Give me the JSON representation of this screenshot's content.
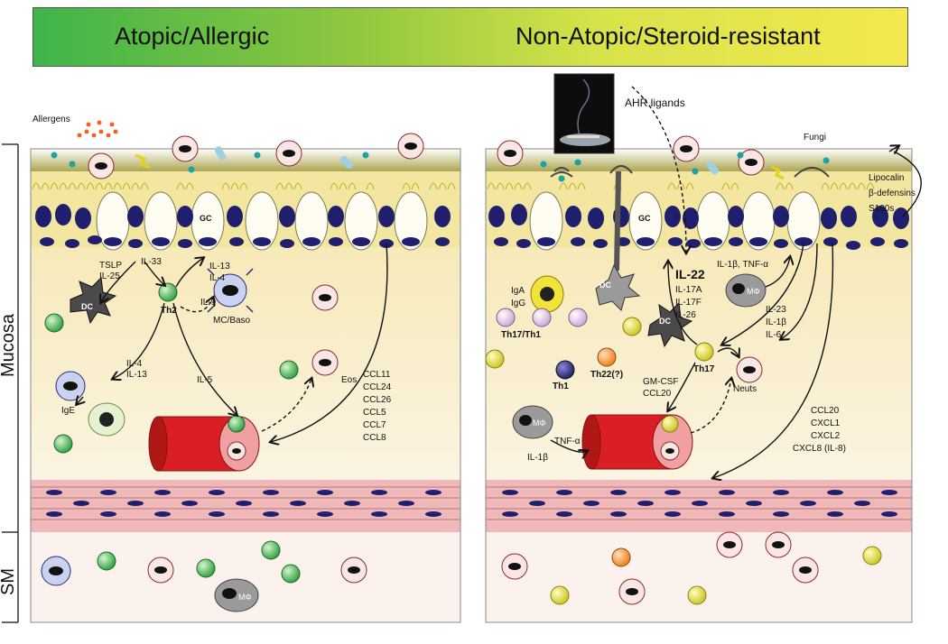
{
  "header": {
    "left": "Atopic/Allergic",
    "right": "Non-Atopic/Steroid-resistant"
  },
  "side_labels": {
    "mucosa": "Mucosa",
    "sm": "SM"
  },
  "left_panel": {
    "allergens": "Allergens",
    "gc": "GC",
    "dc": "DC",
    "tslp": "TSLP",
    "il25": "IL-25",
    "il33": "IL-33",
    "il13": "IL-13",
    "il4": "IL-4",
    "il9": "IL-9",
    "th2": "Th2",
    "mcbaso": "MC/Baso",
    "il4b": "IL-4",
    "il13b": "IL-13",
    "il5": "IL-5",
    "ige": "IgE",
    "eos": "Eos",
    "ccls": [
      "CCL11",
      "CCL24",
      "CCL26",
      "CCL5",
      "CCL7",
      "CCL8"
    ],
    "mphi": "MΦ"
  },
  "right_panel": {
    "ahr": "AHR ligands",
    "fungi": "Fungi",
    "antimicrobials": [
      "Lipocalin",
      "β-defensins",
      "S100s"
    ],
    "gc": "GC",
    "dc": "DC",
    "iga": "IgA",
    "igg": "IgG",
    "th17th1": "Th17/Th1",
    "th1": "Th1",
    "th22": "Th22(?)",
    "il22": "IL-22",
    "il17": [
      "IL-17A",
      "IL-17F",
      "IL-26"
    ],
    "il1tnf": "IL-1β, TNF-α",
    "mphi": "MΦ",
    "il23": [
      "IL-23",
      "IL-1β",
      "IL-6"
    ],
    "th17": "Th17",
    "neuts": "Neuts",
    "gmcsf": "GM-CSF",
    "ccl20": "CCL20",
    "tnfa": "TNF-α",
    "il1b": "IL-1β",
    "chemokines": [
      "CCL20",
      "CXCL1",
      "CXCL2",
      "CXCL8 (IL-8)"
    ]
  },
  "colors": {
    "banner_left": "#3fb44a",
    "banner_right": "#f2e94e",
    "epithelium": "#f3e6a0",
    "vessel": "#d91e26",
    "smooth_muscle": "#f0b8b8",
    "nucleus": "#1f1f6e"
  }
}
